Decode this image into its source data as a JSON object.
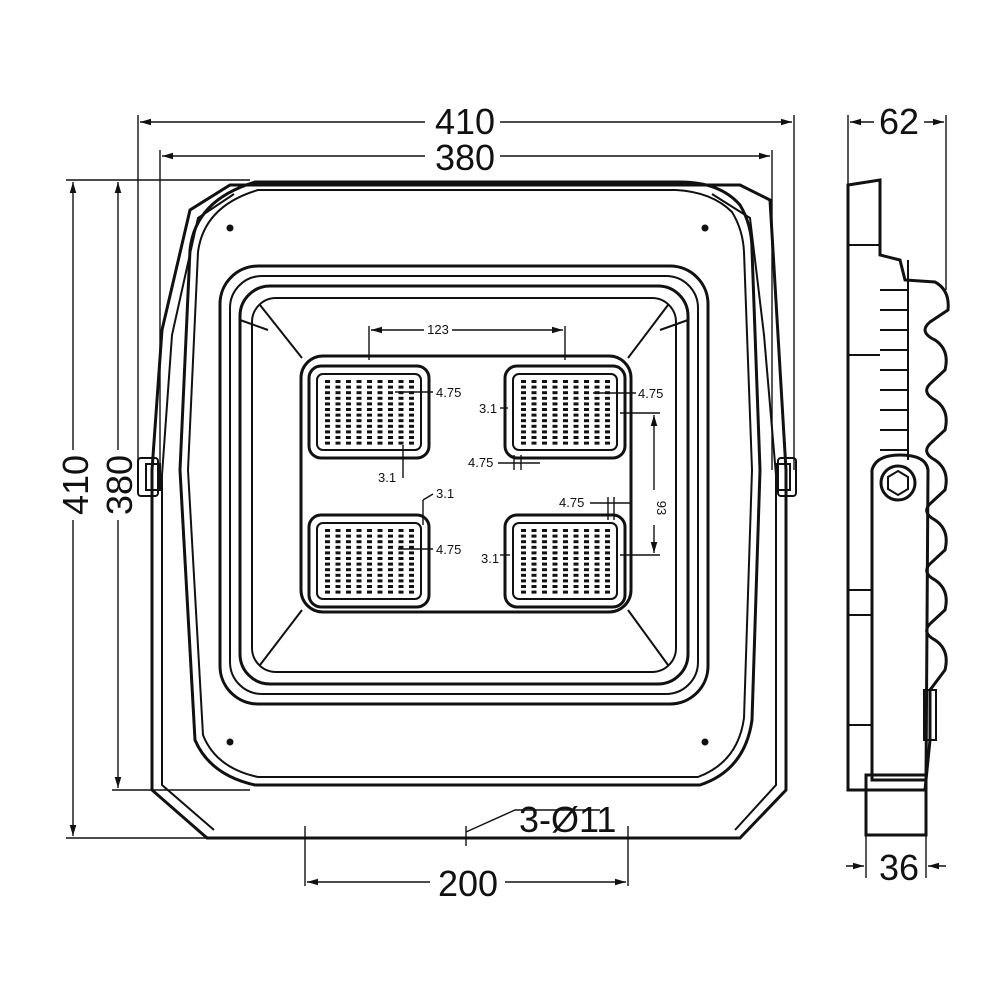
{
  "dimensions": {
    "overall_width": "410",
    "inner_width": "380",
    "overall_height": "410",
    "inner_height": "380",
    "side_depth": "62",
    "side_bracket": "36",
    "hole_spacing": "200",
    "holes": "3-Ø11",
    "module_spacing_h": "123",
    "module_spacing_v": "93",
    "led_pitch_a": "4.75",
    "led_pitch_b": "3.1"
  }
}
